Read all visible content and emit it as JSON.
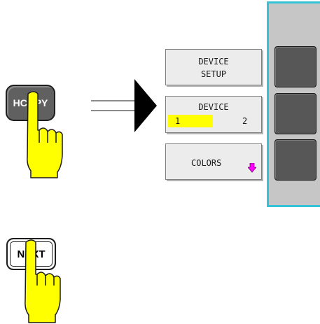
{
  "keys": {
    "hcopy_label": "HCOPY",
    "next_label": "NEXT"
  },
  "softkeys": {
    "device_setup": "DEVICE\nSETUP",
    "device": {
      "title": "DEVICE",
      "option_1": "1",
      "option_2": "2",
      "selected": "1"
    },
    "colors": "COLORS"
  },
  "icons": {
    "hand": "pointing-hand-icon",
    "arrow": "right-arrow-icon",
    "submenu": "down-arrow-icon"
  },
  "colors": {
    "highlight": "#ffff00",
    "hand_fill": "#ffff00",
    "panel_border": "#33c2d6",
    "submenu_arrow": "#ff00ff",
    "panel_bg": "#c6c6c6",
    "button_dark": "#575757"
  }
}
